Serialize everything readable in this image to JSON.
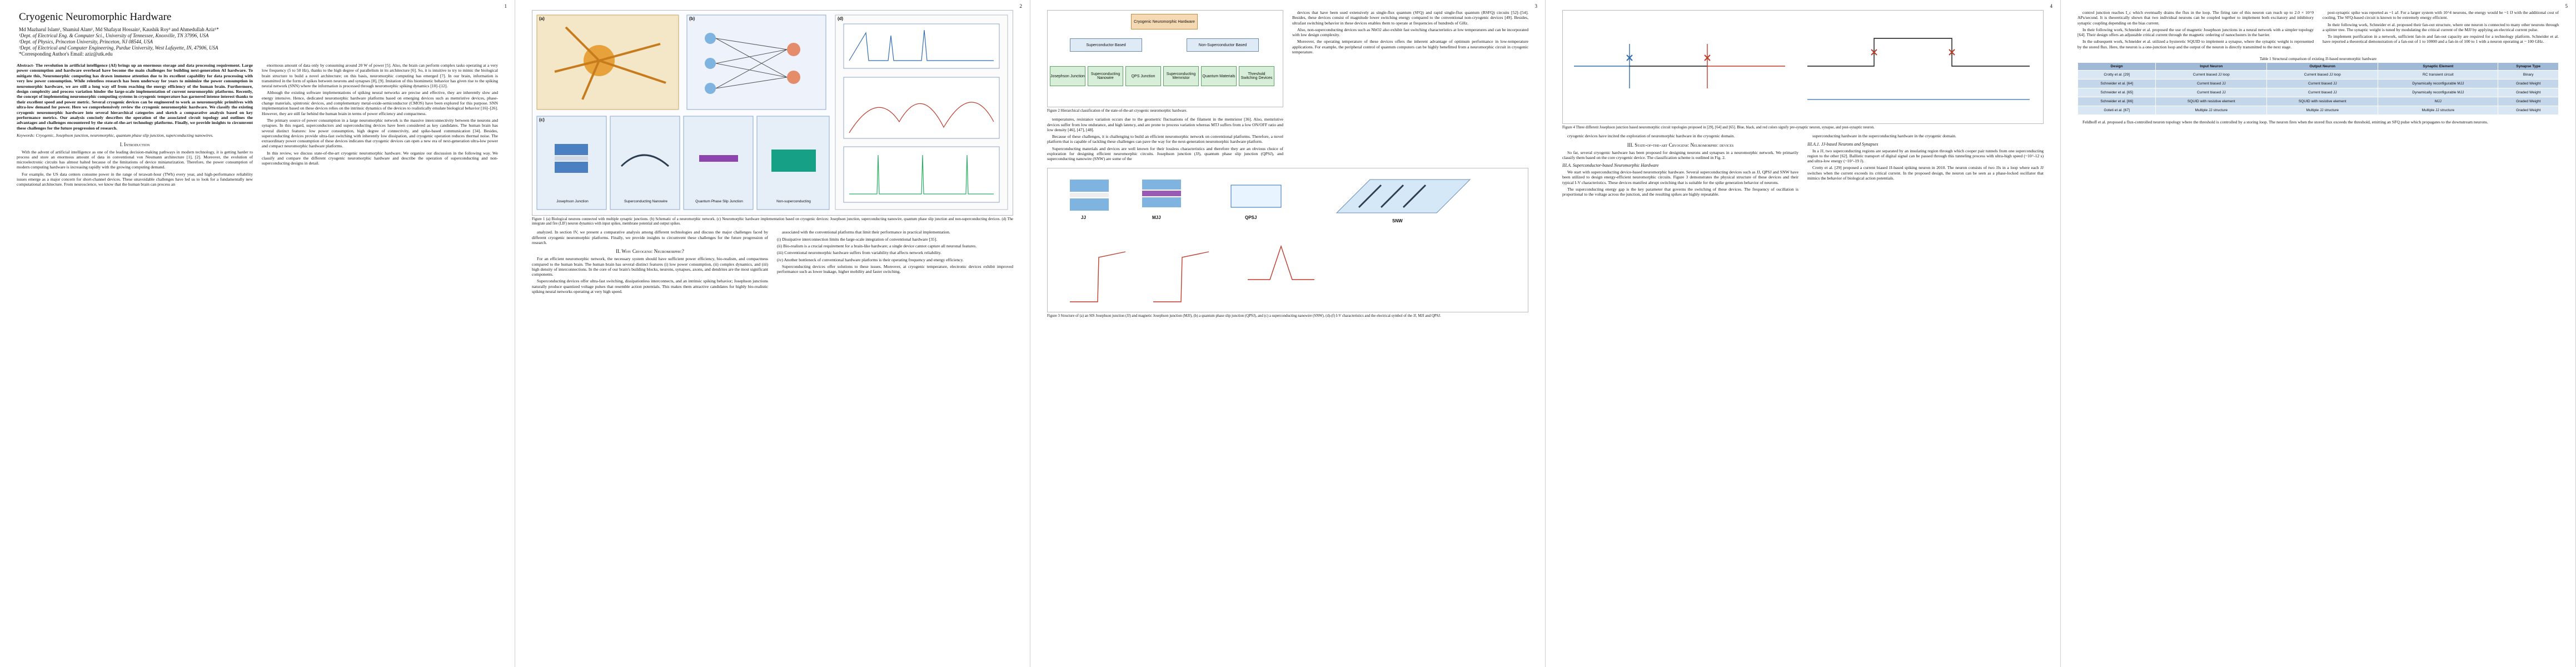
{
  "pages": {
    "p1": {
      "number": "1",
      "title": "Cryogenic Neuromorphic Hardware",
      "authors": "Md Mazharul Islam¹, Shamiul Alam¹, Md Shafayat Hossain², Kaushik Roy³ and Ahmedullah Aziz¹*",
      "aff1": "¹Dept. of Electrical Eng. & Computer Sci., University of Tennessee, Knoxville, TN 37996, USA",
      "aff2": "²Dept. of Physics, Princeton University, Princeton, NJ 08544, USA",
      "aff3": "³Dept. of Electrical and Computer Engineering, Purdue University, West Lafayette, IN, 47906, USA",
      "corr": "*Corresponding Author's Email: aziz@utk.edu",
      "abstract": "Abstract- The revolution in artificial intelligence (AI) brings up an enormous storage and data processing requirement. Large power consumption and hardware overhead have become the main challenges for building next-generation AI hardware. To mitigate this, Neuromorphic computing has drawn immense attention due to its excellent capability for data processing with very low power consumption. While relentless research has been underway for years to minimize the power consumption in neuromorphic hardware, we are still a long way off from reaching the energy efficiency of the human brain. Furthermore, design complexity and process variation hinder the large-scale implementation of current neuromorphic platforms. Recently, the concept of implementing neuromorphic computing systems in cryogenic temperature has garnered intense interest thanks to their excellent speed and power metric. Several cryogenic devices can be engineered to work as neuromorphic primitives with ultra-low demand for power. Here we comprehensively review the cryogenic neuromorphic hardware. We classify the existing cryogenic neuromorphic hardware into several hierarchical categories and sketch a comparative analysis based on key performance metrics. Our analysis concisely describes the operation of the associated circuit topology and outlines the advantages and challenges encountered by the state-of-the-art technology platforms. Finally, we provide insights to circumvent these challenges for the future progression of research.",
      "keywords": "Keywords: Cryogenic, Josephson junction, neuromorphic, quantum phase slip junction, superconducting nanowires.",
      "sec1": "I. Introduction",
      "c1p1": "With the advent of artificial intelligence as one of the leading decision-making pathways in modern technology, it is getting harder to process and store an enormous amount of data in conventional von Neumann architecture [1], [2]. Moreover, the evolution of microelectronic circuits has almost halted because of the limitations of device miniaturization. Therefore, the power consumption of modern computing hardware is increasing rapidly with the growing computing demand.",
      "c1p2": "For example, the US data centers consume power in the range of terawatt-hour (TWh) every year, and high-performance reliability issues emerge as a major concern for short-channel devices. These unavoidable challenges have led us to look for a fundamentally new computational architecture. From neuroscience, we know that the human brain can process an",
      "c2p1": "enormous amount of data only by consuming around 20 W of power [5]. Also, the brain can perform complex tasks operating at a very low frequency (5 to 50 Hz), thanks to the high degree of parallelism in its architecture [6]. So, it is intuitive to try to mimic the biological brain structure to build a novel architecture; on this basis, neuromorphic computing has emerged [7]. In our brain, information is transmitted in the form of spikes between neurons and synapses [8], [9]. Imitation of this biomimetic behavior has given rise to the spiking neural network (SNN) where the information is processed through neuromorphic spiking dynamics [10]–[12].",
      "c2p2": "Although the existing software implementations of spiking neural networks are precise and effective, they are inherently slow and energy intensive. Hence, dedicated neuromorphic hardware platforms based on emerging devices such as memristive devices, phase-change materials, spintronic devices, and complementary metal-oxide-semiconductor (CMOS) have been explored for this purpose. SNN implementation based on these devices relies on the intrinsic dynamics of the devices to realistically emulate biological behavior [16]–[26]. However, they are still far behind the human brain in terms of power efficiency and compactness.",
      "c2p3": "The primary source of power consumption in a large neuromorphic network is the massive interconnectivity between the neurons and synapses. In this regard, superconductors and superconducting devices have been considered as key candidates. The human brain has several distinct features: low power consumption, high degree of connectivity, and spike-based communication [34]. Besides, superconducting devices provide ultra-fast switching with inherently low dissipation, and cryogenic operation reduces thermal noise. The extraordinary power consumption of these devices indicates that cryogenic devices can open a new era of next-generation ultra-low power and compact neuromorphic hardware platforms.",
      "c2p4": "In this review, we discuss state-of-the-art cryogenic neuromorphic hardware. We organize our discussion in the following way. We classify and compare the different cryogenic neuromorphic hardware and describe the operation of superconducting and non-superconducting designs in detail."
    },
    "p2": {
      "number": "2",
      "fig1_caption": "Figure 1 (a) Biological neurons connected with multiple synaptic junctions. (b) Schematic of a neuromorphic network. (c) Neuromorphic hardware implementation based on cryogenic devices: Josephson junction, superconducting nanowire, quantum phase slip junction and non-superconducting devices. (d) The integrate and fire (LIF) neuron dynamics with input spikes, membrane potential and output spikes.",
      "fig1_labels": {
        "a": "(a)",
        "b": "(b)",
        "c": "(c)",
        "d": "(d)"
      },
      "dev_labels": [
        "Josephson Junction",
        "Superconducting Nanowire",
        "Quantum Phase Slip Junction",
        "Non-superconducting"
      ],
      "colA": "analyzed. In section IV, we present a comparative analysis among different technologies and discuss the major challenges faced by different cryogenic neuromorphic platforms. Finally, we provide insights to circumvent these challenges for the future progression of research.",
      "sec2": "II. Why Cryogenic Neuromorphic?",
      "colA2": "For an efficient neuromorphic network, the necessary system should have sufficient power efficiency, bio-realism, and compactness compared to the human brain. The human brain has several distinct features (i) low power consumption, (ii) complex dynamics, and (iii) high density of interconnections. In the core of our brain's building blocks, neurons, synapses, axons, and dendrites are the most significant components.",
      "colA3": "Superconducting devices offer ultra-fast switching, dissipationless interconnects, and an intrinsic spiking behavior; Josephson junctions naturally produce quantized voltage pulses that resemble action potentials. This makes them attractive candidates for highly bio-realistic spiking neural networks operating at very high speed.",
      "colB": "associated with the conventional platforms that limit their performance in practical implementation.",
      "colB_list": [
        "(i) Dissipative interconnection limits the large-scale integration of conventional hardware [35].",
        "(ii) Bio-realism is a crucial requirement for a brain-like hardware; a single device cannot capture all neuronal features.",
        "(iii) Conventional neuromorphic hardware suffers from variability that affects network reliability.",
        "(iv) Another bottleneck of conventional hardware platforms is their operating frequency and energy efficiency."
      ],
      "colB2": "Superconducting devices offer solutions to these issues. Moreover, at cryogenic temperature, electronic devices exhibit improved performance such as lower leakage, higher mobility and faster switching."
    },
    "p3": {
      "number": "3",
      "fig2_top": "Cryogenic Neuromorphic Hardware",
      "fig2_cat1": "Superconductor Based",
      "fig2_cat2": "Non-Superconductor Based",
      "fig2_items": [
        "Josephson Junction",
        "Superconducting Nanowire",
        "QPS Junction",
        "Superconducting Memristor",
        "Quantum Materials",
        "Threshold Switching Devices"
      ],
      "fig2_caption": "Figure 2 Hierarchical classification of the state-of-the-art cryogenic neuromorphic hardware.",
      "colA": "temperatures, resistance variation occurs due to the geometric fluctuations of the filament in the memristor [36]. Also, memristive devices suffer from low endurance, and high latency, and are prone to process variation whereas MTJ suffers from a low ON/OFF ratio and low density [46], [47], [48].",
      "colA2": "Because of these challenges, it is challenging to build an efficient neuromorphic network on conventional platforms. Therefore, a novel platform that is capable of tackling these challenges can pave the way for the next-generation neuromorphic hardware platform.",
      "colA3": "Superconducting materials and devices are well known for their lossless characteristics and therefore they are an obvious choice of exploration for designing efficient neuromorphic circuits. Josephson junction (JJ), quantum phase slip junction (QPSJ), and superconducting nanowire (SNW) are some of the",
      "colB": "devices that have been used extensively as single-flux quantum (SFQ) and rapid single-flux quantum (RSFQ) circuits [52]–[54]. Besides, these devices consist of magnitude lower switching energy compared to the conventional non-cryogenic devices [49]. Besides, ultrafast switching behavior in these devices enables them to operate at frequencies of hundreds of GHz.",
      "colB2": "Also, non-superconducting devices such as NbO2 also exhibit fast switching characteristics at low temperatures and can be incorporated with low design complexity.",
      "colB3": "Moreover, the operating temperature of these devices offers the inherent advantage of optimum performance in low-temperature applications. For example, the peripheral control of quantum computers can be highly benefitted from a neuromorphic circuit in cryogenic temperature.",
      "fig3_caption": "Figure 3 Structure of (a) an SIS Josephson junction (JJ) and magnetic Josephson junction (MJJ), (b) a quantum phase slip junction (QPSJ), and (c) a superconducting nanowire (SNW). (d)-(f) I-V characteristics and the electrical symbol of the JJ, MJJ and QPSJ.",
      "fig3_labels": {
        "jj": "JJ",
        "mjj": "MJJ",
        "qpsj": "QPSJ",
        "snw": "SNW"
      }
    },
    "p4": {
      "number": "4",
      "fig4_caption": "Figure 4 Three different Josephson junction based neuromorphic circuit topologies proposed in [29], [64] and [65]. Blue, black, and red colors signify pre-synaptic neuron, synapse, and post-synaptic neuron.",
      "colA": "cryogenic devices have incited the exploration of neuromorphic hardware in the cryogenic domain.",
      "sec3": "III. State-of-the-art Cryogenic Neuromorphic devices",
      "colA2": "So far, several cryogenic hardware has been proposed for designing neurons and synapses in a neuromorphic network. We primarily classify them based on the core cryogenic device. The classification scheme is outlined in Fig. 2.",
      "subA": "III.A. Superconductor-based Neuromorphic Hardware",
      "colA3": "We start with superconducting device-based neuromorphic hardware. Several superconducting devices such as JJ, QPSJ and SNW have been utilized to design energy-efficient neuromorphic circuits. Figure 3 demonstrates the physical structure of these devices and their typical I-V characteristics. These devices manifest abrupt switching that is suitable for the spike generation behavior of neurons.",
      "colA4": "The superconducting energy gap is the key parameter that governs the switching of these devices. The frequency of oscillation is proportional to the voltage across the junction, and the resulting spikes are highly repeatable.",
      "colB": "superconducting hardware in the superconducting hardware in the cryogenic domain.",
      "subB": "III.A.1. JJ-based Neurons and Synapses",
      "colB2": "In a JJ, two superconducting regions are separated by an insulating region through which cooper pair tunnels from one superconducting region to the other [62]. Ballistic transport of digital signal can be passed through this tunneling process with ultra-high speed (~10^-12 s) and ultra-low energy (~10^-19 J).",
      "colB3": "Crotty et al. [29] proposed a current biased JJ-based spiking neuron in 2010. The neuron consists of two JJs in a loop where each JJ switches when the current exceeds its critical current. In the proposed design, the neuron can be seen as a phase-locked oscillator that mimics the behavior of biological action potentials."
    },
    "p5": {
      "number": "5",
      "colA": "control junction reaches I_c which eventually drains the flux in the loop. The firing rate of this neuron can reach up to 2.0 × 10^9 APs/second. It is theoretically shown that two individual neurons can be coupled together to implement both excitatory and inhibitory synaptic coupling depending on the bias current.",
      "colA2": "In their following work, Schneider et al. proposed the use of magnetic Josephson junctions in a neural network with a simpler topology [64]. Their design offers an adjustable critical current through the magnetic ordering of nanoclusters in the barrier.",
      "colA3": "In the subsequent work, Schneider et al. utilized a hysteretic SQUID to implement a synapse, where the synaptic weight is represented by the stored flux. Here, the neuron is a one-junction loop and the output of the neuron is directly transmitted to the next stage.",
      "colB": "post-synaptic spike was reported as ~1 aJ. For a larger system with 10^4 neurons, the energy would be ~1 fJ with the additional cost of cooling. The SFQ-based circuit is known to be extremely energy efficient.",
      "colB2": "In their following work, Schneider et al. proposed their fan-out structure, where one neuron is connected to many other neurons through a splitter tree. The synaptic weight is tuned by modulating the critical current of the MJJ by applying an electrical current pulse.",
      "colB3": "To implement purification in a network, sufficient fan-in and fan-out capacity are required for a technology platform. Schneider et al. have reported a theoretical demonstration of a fan-out of 1 to 10000 and a fan-in of 100 to 1 with a neuron operating at ~ 100 GHz.",
      "tcap": "Table 1 Structural comparison of existing JJ-based neuromorphic hardware",
      "table": {
        "headers": [
          "Design",
          "Input Neuron",
          "Output Neuron",
          "Synaptic Element",
          "Synapse Type"
        ],
        "rows": [
          [
            "Crotty et al. [29]",
            "Current biased JJ loop",
            "Current biased JJ loop",
            "RC transient circuit",
            "Binary"
          ],
          [
            "Schneider et al. [64]",
            "Current biased JJ",
            "Current biased JJ",
            "Dynamically reconfigurable MJJ",
            "Graded Weight"
          ],
          [
            "Schneider et al. [65]",
            "Current biased JJ",
            "Current biased JJ",
            "Dynamically reconfigurable MJJ",
            "Graded Weight"
          ],
          [
            "Schneider et al. [66]",
            "SQUID with resistive element",
            "SQUID with resistive element",
            "MJJ",
            "Graded Weight"
          ],
          [
            "Goteti et al. [67]",
            "Multiple JJ structure",
            "Multiple JJ structure",
            "Multiple JJ structure",
            "Graded Weight"
          ]
        ]
      },
      "colC": "Feldhoff et al. proposed a flux-controlled neuron topology where the threshold is controlled by a storing loop. The neuron fires when the stored flux exceeds the threshold, emitting an SFQ pulse which propagates to the downstream neurons."
    }
  }
}
